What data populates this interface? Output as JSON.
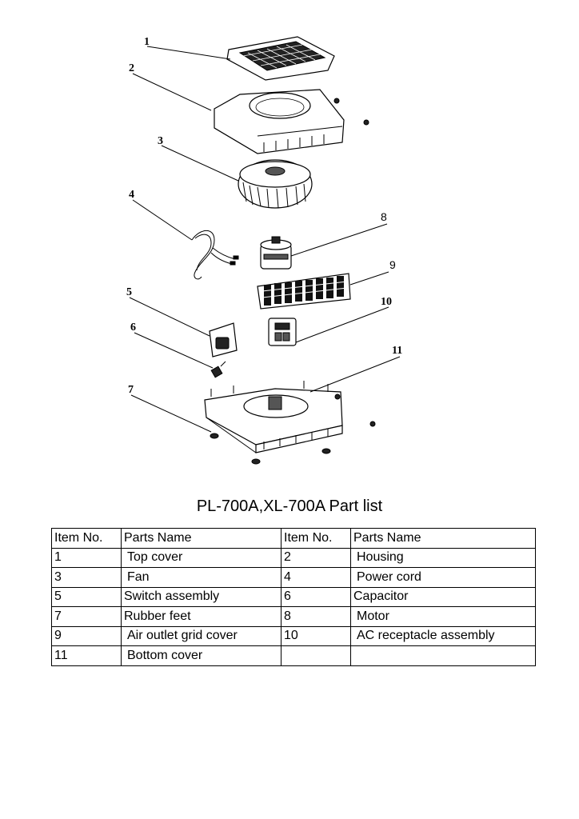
{
  "title": "PL-700A,XL-700A Part list",
  "callouts": [
    "1",
    "2",
    "3",
    "4",
    "5",
    "6",
    "7",
    "8",
    "9",
    "10",
    "11"
  ],
  "table": {
    "headers": [
      "Item No.",
      "Parts Name",
      "Item No.",
      "Parts Name"
    ],
    "rows": [
      [
        "1",
        "Top cover",
        "2",
        "Housing"
      ],
      [
        "3",
        "Fan",
        "4",
        "Power cord"
      ],
      [
        "5",
        "Switch assembly",
        "6",
        "Capacitor"
      ],
      [
        "7",
        "Rubber feet",
        "8",
        "Motor"
      ],
      [
        "9",
        "Air outlet grid cover",
        "10",
        "AC receptacle assembly"
      ],
      [
        "11",
        "Bottom cover",
        "",
        ""
      ]
    ]
  }
}
